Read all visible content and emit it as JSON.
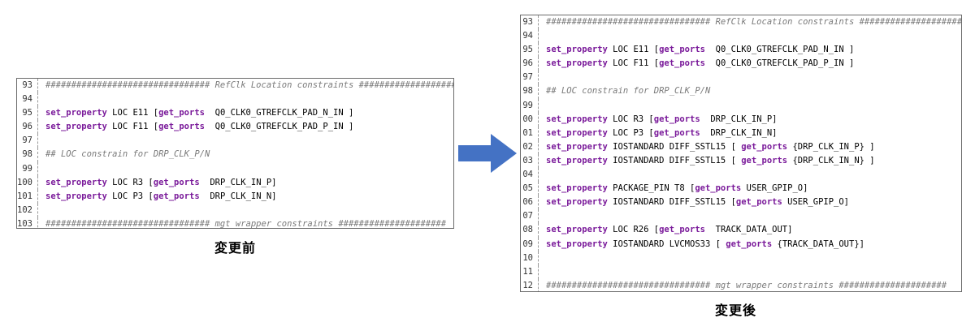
{
  "before": {
    "caption": "変更前",
    "lines": [
      {
        "num": "93",
        "tokens": [
          {
            "t": "comment",
            "s": "################################ RefClk Location constraints #####################"
          }
        ]
      },
      {
        "num": "94",
        "tokens": []
      },
      {
        "num": "95",
        "tokens": [
          {
            "t": "keyword",
            "s": "set_property"
          },
          {
            "t": "text",
            "s": " LOC E11 ["
          },
          {
            "t": "keyword",
            "s": "get_ports"
          },
          {
            "t": "text",
            "s": "  Q0_CLK0_GTREFCLK_PAD_N_IN ]"
          }
        ]
      },
      {
        "num": "96",
        "tokens": [
          {
            "t": "keyword",
            "s": "set_property"
          },
          {
            "t": "text",
            "s": " LOC F11 ["
          },
          {
            "t": "keyword",
            "s": "get_ports"
          },
          {
            "t": "text",
            "s": "  Q0_CLK0_GTREFCLK_PAD_P_IN ]"
          }
        ]
      },
      {
        "num": "97",
        "tokens": []
      },
      {
        "num": "98",
        "tokens": [
          {
            "t": "comment",
            "s": "## LOC constrain for DRP_CLK_P/N"
          }
        ]
      },
      {
        "num": "99",
        "tokens": []
      },
      {
        "num": "100",
        "tokens": [
          {
            "t": "keyword",
            "s": "set_property"
          },
          {
            "t": "text",
            "s": " LOC R3 ["
          },
          {
            "t": "keyword",
            "s": "get_ports"
          },
          {
            "t": "text",
            "s": "  DRP_CLK_IN_P]"
          }
        ]
      },
      {
        "num": "101",
        "tokens": [
          {
            "t": "keyword",
            "s": "set_property"
          },
          {
            "t": "text",
            "s": " LOC P3 ["
          },
          {
            "t": "keyword",
            "s": "get_ports"
          },
          {
            "t": "text",
            "s": "  DRP_CLK_IN_N]"
          }
        ]
      },
      {
        "num": "102",
        "tokens": []
      },
      {
        "num": "103",
        "tokens": [
          {
            "t": "comment",
            "s": "################################ mgt wrapper constraints #####################"
          }
        ]
      }
    ]
  },
  "after": {
    "caption": "変更後",
    "lines": [
      {
        "num": "93",
        "tokens": [
          {
            "t": "comment",
            "s": "################################ RefClk Location constraints #####################"
          }
        ]
      },
      {
        "num": "94",
        "tokens": []
      },
      {
        "num": "95",
        "tokens": [
          {
            "t": "keyword",
            "s": "set_property"
          },
          {
            "t": "text",
            "s": " LOC E11 ["
          },
          {
            "t": "keyword",
            "s": "get_ports"
          },
          {
            "t": "text",
            "s": "  Q0_CLK0_GTREFCLK_PAD_N_IN ]"
          }
        ]
      },
      {
        "num": "96",
        "tokens": [
          {
            "t": "keyword",
            "s": "set_property"
          },
          {
            "t": "text",
            "s": " LOC F11 ["
          },
          {
            "t": "keyword",
            "s": "get_ports"
          },
          {
            "t": "text",
            "s": "  Q0_CLK0_GTREFCLK_PAD_P_IN ]"
          }
        ]
      },
      {
        "num": "97",
        "tokens": []
      },
      {
        "num": "98",
        "tokens": [
          {
            "t": "comment",
            "s": "## LOC constrain for DRP_CLK_P/N"
          }
        ]
      },
      {
        "num": "99",
        "tokens": []
      },
      {
        "num": "00",
        "tokens": [
          {
            "t": "keyword",
            "s": "set_property"
          },
          {
            "t": "text",
            "s": " LOC R3 ["
          },
          {
            "t": "keyword",
            "s": "get_ports"
          },
          {
            "t": "text",
            "s": "  DRP_CLK_IN_P]"
          }
        ]
      },
      {
        "num": "01",
        "tokens": [
          {
            "t": "keyword",
            "s": "set_property"
          },
          {
            "t": "text",
            "s": " LOC P3 ["
          },
          {
            "t": "keyword",
            "s": "get_ports"
          },
          {
            "t": "text",
            "s": "  DRP_CLK_IN_N]"
          }
        ]
      },
      {
        "num": "02",
        "tokens": [
          {
            "t": "keyword",
            "s": "set_property"
          },
          {
            "t": "text",
            "s": " IOSTANDARD DIFF_SSTL15 [ "
          },
          {
            "t": "keyword",
            "s": "get_ports"
          },
          {
            "t": "text",
            "s": " {DRP_CLK_IN_P} ]"
          }
        ]
      },
      {
        "num": "03",
        "tokens": [
          {
            "t": "keyword",
            "s": "set_property"
          },
          {
            "t": "text",
            "s": " IOSTANDARD DIFF_SSTL15 [ "
          },
          {
            "t": "keyword",
            "s": "get_ports"
          },
          {
            "t": "text",
            "s": " {DRP_CLK_IN_N} ]"
          }
        ]
      },
      {
        "num": "04",
        "tokens": []
      },
      {
        "num": "05",
        "tokens": [
          {
            "t": "keyword",
            "s": "set_property"
          },
          {
            "t": "text",
            "s": " PACKAGE_PIN T8 ["
          },
          {
            "t": "keyword",
            "s": "get_ports"
          },
          {
            "t": "text",
            "s": " USER_GPIP_O]"
          }
        ]
      },
      {
        "num": "06",
        "tokens": [
          {
            "t": "keyword",
            "s": "set_property"
          },
          {
            "t": "text",
            "s": " IOSTANDARD DIFF_SSTL15 ["
          },
          {
            "t": "keyword",
            "s": "get_ports"
          },
          {
            "t": "text",
            "s": " USER_GPIP_O]"
          }
        ]
      },
      {
        "num": "07",
        "tokens": []
      },
      {
        "num": "08",
        "tokens": [
          {
            "t": "keyword",
            "s": "set_property"
          },
          {
            "t": "text",
            "s": " LOC R26 ["
          },
          {
            "t": "keyword",
            "s": "get_ports"
          },
          {
            "t": "text",
            "s": "  TRACK_DATA_OUT]"
          }
        ]
      },
      {
        "num": "09",
        "tokens": [
          {
            "t": "keyword",
            "s": "set_property"
          },
          {
            "t": "text",
            "s": " IOSTANDARD LVCMOS33 [ "
          },
          {
            "t": "keyword",
            "s": "get_ports"
          },
          {
            "t": "text",
            "s": " {TRACK_DATA_OUT}]"
          }
        ]
      },
      {
        "num": "10",
        "tokens": []
      },
      {
        "num": "11",
        "tokens": []
      },
      {
        "num": "12",
        "tokens": [
          {
            "t": "comment",
            "s": "################################ mgt wrapper constraints #####################"
          }
        ]
      }
    ]
  },
  "colors": {
    "keyword": "#7a1a9a",
    "comment": "#7a7a7a",
    "arrow": "#4472c4",
    "border": "#6b6b6b"
  },
  "arrow_icon": "right-arrow-icon"
}
